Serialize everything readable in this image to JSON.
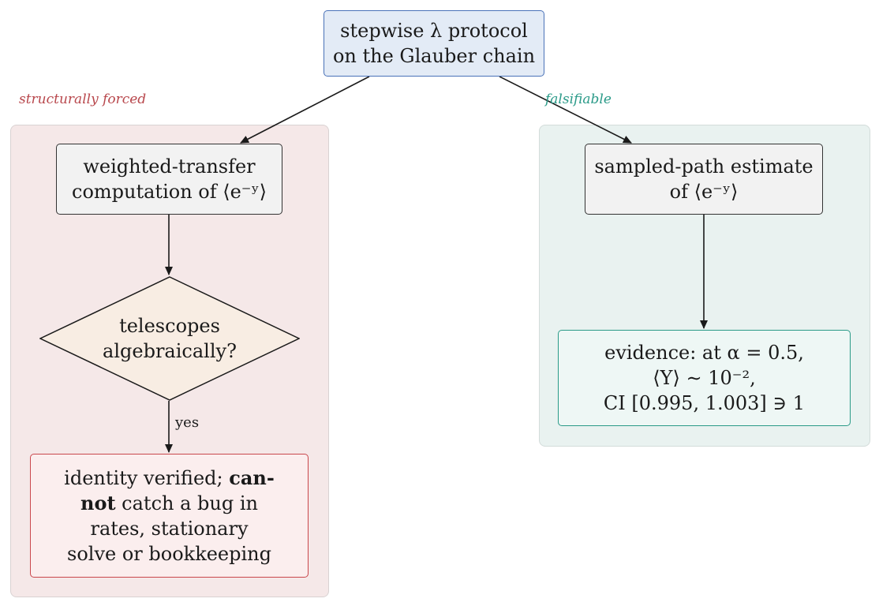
{
  "top": {
    "line1": "stepwise λ protocol",
    "line2": "on the Glauber chain"
  },
  "left_branch": {
    "tag": "structurally forced",
    "box": {
      "line1": "weighted-transfer",
      "line2": "computation of ⟨e⁻ʸ⟩"
    },
    "decision": {
      "line1": "telescopes",
      "line2": "algebraically?",
      "edge_label": "yes"
    },
    "result": {
      "line1_a": "identity verified; ",
      "line1_b": "can-",
      "line2_a": "not",
      "line2_b": " catch a bug in",
      "line3": "rates, stationary",
      "line4": "solve or bookkeeping"
    }
  },
  "right_branch": {
    "tag": "falsifiable",
    "box": {
      "line1": "sampled-path estimate",
      "line2": "of ⟨e⁻ʸ⟩"
    },
    "evidence": {
      "line1": "evidence: at α = 0.5,",
      "line2": "⟨Y⟩ ∼ 10⁻²,",
      "line3": "CI [0.995, 1.003] ∋ 1"
    }
  },
  "colors": {
    "top_fill": "#e3ebf6",
    "top_border": "#4a72b8",
    "left_panel": "#f5e8e8",
    "right_panel": "#e9f2f0",
    "forced": "#b8474c",
    "falsifiable": "#2a9a88",
    "decision_fill": "#f8ede3"
  }
}
